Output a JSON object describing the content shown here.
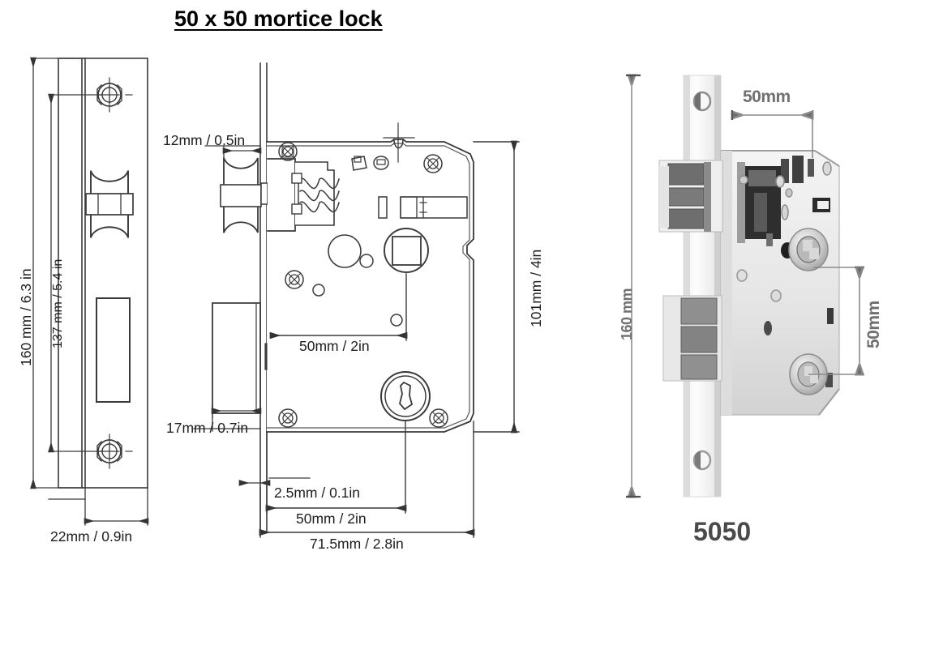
{
  "title": "50 x 50 mortice lock",
  "views": {
    "faceplate": {
      "name": "faceplate-front-view",
      "dimensions": {
        "overall_height": "160 mm / 6.3 in",
        "screw_centres": "137 mm / 5.4 in",
        "width": "22mm / 0.9in"
      }
    },
    "body": {
      "name": "lock-body-section-view",
      "dimensions": {
        "latch_projection": "12mm / 0.5in",
        "backset_to_spindle": "50mm / 2in",
        "deadbolt_projection": "17mm / 0.7in",
        "faceplate_thickness": "2.5mm / 0.1in",
        "backset": "50mm / 2in",
        "overall_depth": "71.5mm / 2.8in",
        "case_height": "101mm / 4in"
      }
    },
    "photo": {
      "name": "lock-product-photo",
      "dimensions": {
        "height": "160 mm",
        "backset": "50mm",
        "centres": "50mm"
      },
      "model": "5050"
    }
  },
  "colors": {
    "line": "#3a3a3a",
    "line_light": "#7a7a7a",
    "text": "#1d1d1d",
    "photo_label": "#707070",
    "model_text": "#4a4a4a",
    "metal_light": "#e9e9e9",
    "metal_mid": "#c9c9c9",
    "metal_dark": "#8c8c8c",
    "metal_darkest": "#3c3c3c"
  }
}
